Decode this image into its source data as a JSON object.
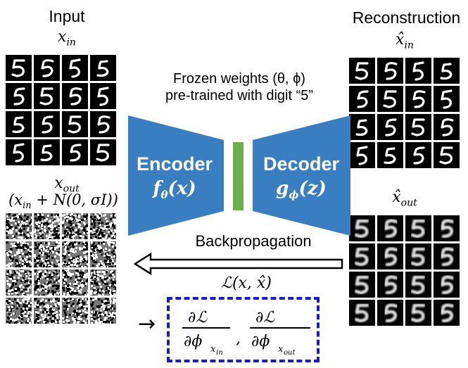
{
  "input": {
    "title": "Input",
    "x_in_label": "x_in",
    "x_out_label": "x_out",
    "x_out_formula": "(x_in + N(0, σI))"
  },
  "reconstruction": {
    "title": "Reconstruction",
    "xhat_in_label": "x̂_in",
    "xhat_out_label": "x̂_out"
  },
  "center": {
    "caption_line1": "Frozen weights (θ, ϕ)",
    "caption_line2": "pre-trained with digit “5”"
  },
  "encoder": {
    "name": "Encoder",
    "func": "fθ(x)",
    "color": "#3a7ec2"
  },
  "decoder": {
    "name": "Decoder",
    "func": "gϕ(z)",
    "color": "#3a7ec2"
  },
  "latent": {
    "color": "#6ab04c"
  },
  "backprop": {
    "label": "Backpropagation"
  },
  "loss": {
    "label": "ℒ(x, x̂)",
    "grad_in": "∂ℒ / ∂ϕ x_in",
    "grad_out": "∂ℒ / ∂ϕ x_out",
    "box_color": "#1a1ad0"
  }
}
